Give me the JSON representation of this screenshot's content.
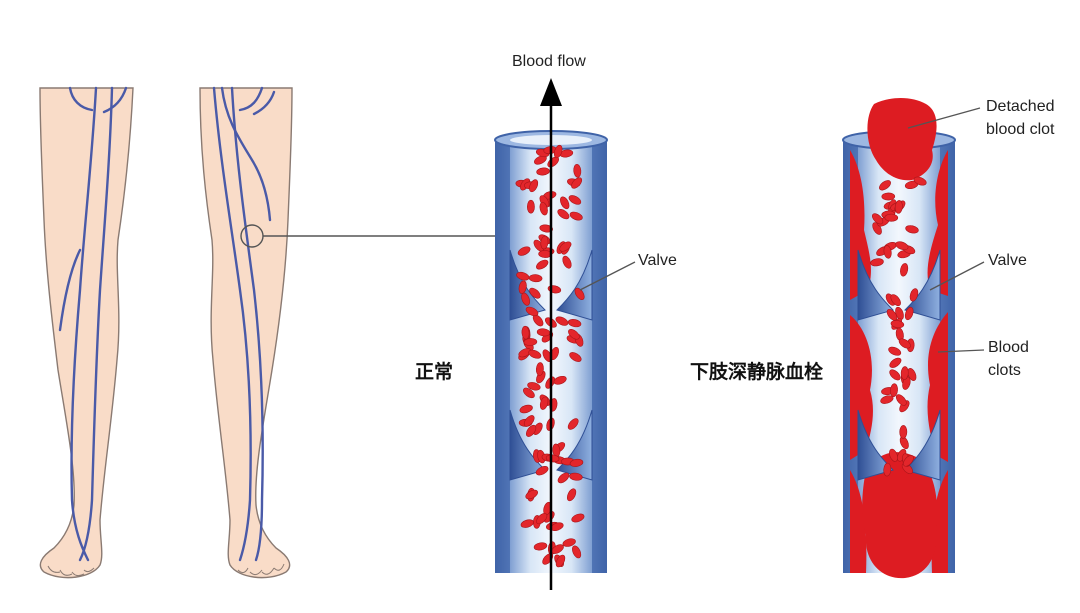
{
  "labels": {
    "blood_flow": "Blood flow",
    "valve_normal": "Valve",
    "normal_caption": "正常",
    "detached_clot_line1": "Detached",
    "detached_clot_line2": "blood clot",
    "valve_dvt": "Valve",
    "blood_clots_line1": "Blood",
    "blood_clots_line2": "clots",
    "dvt_caption": "下肢深静脉血栓"
  },
  "colors": {
    "skin": "#f9dcc8",
    "skin_outline": "#8a7a72",
    "vein": "#4a5aa8",
    "vessel_wall": "#5f86c4",
    "vessel_inner": "#c9dcf2",
    "blood_cell": "#e3262b",
    "clot": "#dd1c22"
  }
}
